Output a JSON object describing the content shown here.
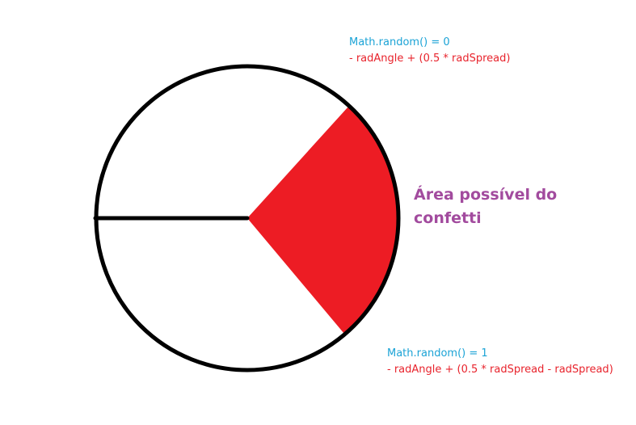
{
  "diagram": {
    "colors": {
      "background": "#ffffff",
      "outline": "#000000",
      "sector_fill": "#ed1c24",
      "condition_text": "#1ba3d6",
      "formula_text": "#e8232c",
      "area_label_text": "#a24b9e"
    },
    "top_annotation": {
      "condition": "Math.random() = 0",
      "formula": "- radAngle + (0.5 * radSpread)"
    },
    "bottom_annotation": {
      "condition": "Math.random() = 1",
      "formula": "- radAngle + (0.5 * radSpread - radSpread)"
    },
    "area_label": {
      "line1": "Área possível do",
      "line2": "confetti"
    }
  }
}
